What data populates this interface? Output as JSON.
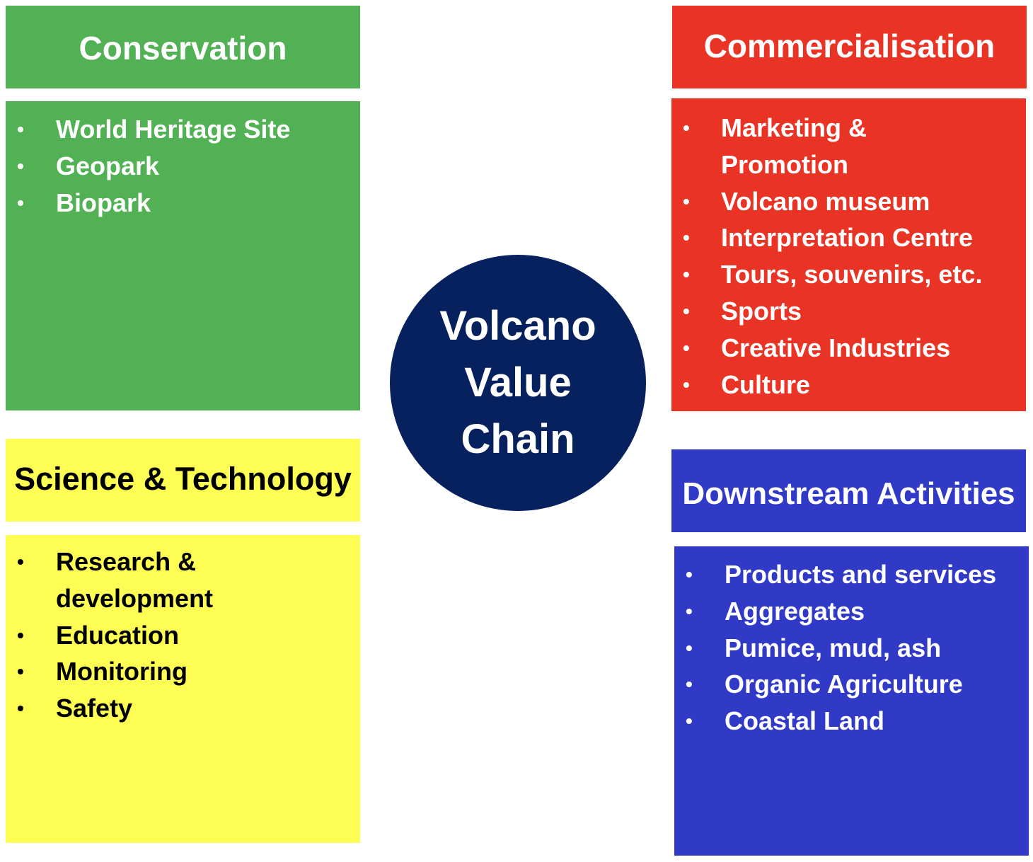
{
  "colors": {
    "conservation": "#52b155",
    "commercialisation": "#e93324",
    "science_technology": "#fdfd54",
    "downstream": "#3139c7",
    "centre": "#07205e"
  },
  "centre": {
    "lines": [
      "Volcano",
      "Value",
      "Chain"
    ]
  },
  "conservation": {
    "title": "Conservation",
    "items": [
      "World Heritage Site",
      "Geopark",
      "Biopark"
    ]
  },
  "commercialisation": {
    "title": "Commercialisation",
    "items": [
      "Marketing & Promotion",
      "Volcano museum",
      "Interpretation Centre",
      "Tours, souvenirs, etc.",
      "Sports",
      "Creative Industries",
      "Culture"
    ]
  },
  "science_technology": {
    "title": "Science & Technology",
    "items": [
      "Research & development",
      "Education",
      "Monitoring",
      "Safety"
    ]
  },
  "downstream": {
    "title": "Downstream Activities",
    "items": [
      "Products and services",
      "Aggregates",
      "Pumice, mud, ash",
      "Organic Agriculture",
      "Coastal Land"
    ]
  }
}
